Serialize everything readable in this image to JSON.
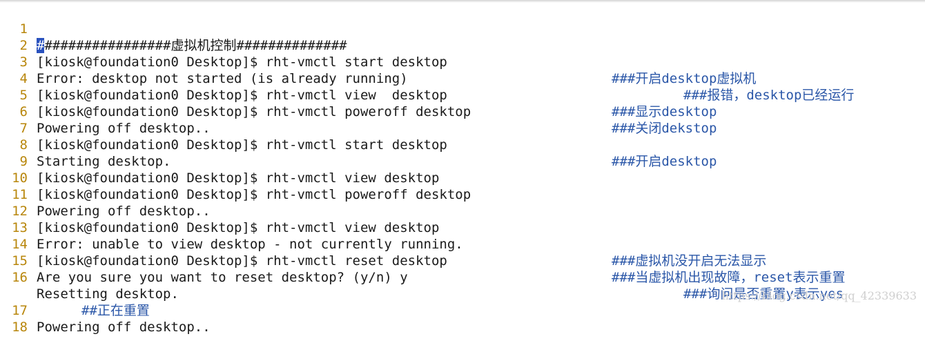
{
  "editor": {
    "lines": [
      {
        "number": "1",
        "cursor_char": "#",
        "text": "################虚拟机控制##############",
        "comment": ""
      },
      {
        "number": "2",
        "text": "[kiosk@foundation0 Desktop]$ rht-vmctl start desktop",
        "comment": "###开启desktop虚拟机"
      },
      {
        "number": "3",
        "text": "Error: desktop not started (is already running)",
        "comment": "###报错，desktop已经运行"
      },
      {
        "number": "4",
        "text": "[kiosk@foundation0 Desktop]$ rht-vmctl view  desktop",
        "comment": "###显示desktop"
      },
      {
        "number": "5",
        "text": "[kiosk@foundation0 Desktop]$ rht-vmctl poweroff desktop",
        "comment": "###关闭dekstop"
      },
      {
        "number": "6",
        "text": "Powering off desktop..",
        "comment": ""
      },
      {
        "number": "7",
        "text": "[kiosk@foundation0 Desktop]$ rht-vmctl start desktop",
        "comment": "###开启desktop"
      },
      {
        "number": "8",
        "text": "Starting desktop.",
        "comment": ""
      },
      {
        "number": "9",
        "text": "[kiosk@foundation0 Desktop]$ rht-vmctl view desktop",
        "comment": ""
      },
      {
        "number": "10",
        "text": "[kiosk@foundation0 Desktop]$ rht-vmctl poweroff desktop",
        "comment": ""
      },
      {
        "number": "11",
        "text": "Powering off desktop..",
        "comment": ""
      },
      {
        "number": "12",
        "text": "[kiosk@foundation0 Desktop]$ rht-vmctl view desktop",
        "comment": ""
      },
      {
        "number": "13",
        "text": "Error: unable to view desktop - not currently running.",
        "comment": "###虚拟机没开启无法显示"
      },
      {
        "number": "14",
        "text": "[kiosk@foundation0 Desktop]$ rht-vmctl reset desktop",
        "comment": "###当虚拟机出现故障，reset表示重置"
      },
      {
        "number": "15",
        "text": "Are you sure you want to reset desktop? (y/n) y",
        "comment": "###询问是否重置y表示yes"
      },
      {
        "number": "16",
        "text": "Resetting desktop.",
        "comment": ""
      },
      {
        "number": "",
        "text": "",
        "comment": "##正在重置"
      },
      {
        "number": "17",
        "text": "Powering off desktop..",
        "comment": ""
      },
      {
        "number": "18",
        "text": "",
        "comment": ""
      }
    ]
  },
  "watermark": "https://blog.csdn.net/qq_42339633",
  "colors": {
    "line_number": "#b8860b",
    "code_text": "#1a1a1a",
    "comment_text": "#2b57a8",
    "cursor_bg": "#2a52be"
  }
}
